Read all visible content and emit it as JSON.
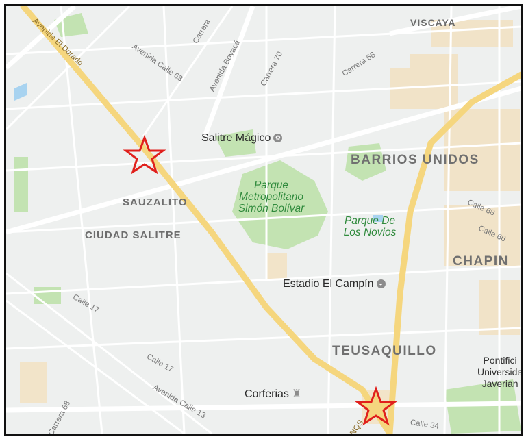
{
  "districts": {
    "viscaya": "VISCAYA",
    "barrios_unidos": "BARRIOS UNIDOS",
    "sauzalito": "SAUZALITO",
    "ciudad_salitre": "CIUDAD SALITRE",
    "chapinero": "CHAPIN",
    "teusaquillo": "TEUSAQUILLO"
  },
  "pois": {
    "salitre_magico": "Salitre Mágico",
    "estadio_el_campin": "Estadio El Campín",
    "corferias": "Corferias"
  },
  "parks": {
    "simon_bolivar_1": "Parque",
    "simon_bolivar_2": "Metropolitano",
    "simon_bolivar_3": "Simón Bolívar",
    "los_novios_1": "Parque De",
    "los_novios_2": "Los Novios"
  },
  "university": {
    "line1": "Pontifici",
    "line2": "Universida",
    "line3": "Javerian"
  },
  "streets": {
    "avenida_el_dorado": "Avenida El Dorado",
    "avenida_calle_63": "Avenida Calle 63",
    "carrera_top": "Carrera",
    "avenida_boyaca": "Avenida Boyacá",
    "carrera_70": "Carrera 70",
    "carrera_68": "Carrera 68",
    "calle_68": "Calle 68",
    "calle_66": "Calle 66",
    "calle_17_a": "Calle 17",
    "calle_17_b": "Calle 17",
    "avenida_calle_13": "Avenida Calle 13",
    "carrera_68_b": "Carrera 68",
    "nqs": "NQS",
    "calle_34": "Calle 34"
  },
  "colors": {
    "highway": "#f5d67e",
    "road": "#ffffff",
    "park": "#c2e3b1",
    "urban": "#f3e3c6",
    "star": "#e0201c",
    "water": "#a8d3f0"
  }
}
